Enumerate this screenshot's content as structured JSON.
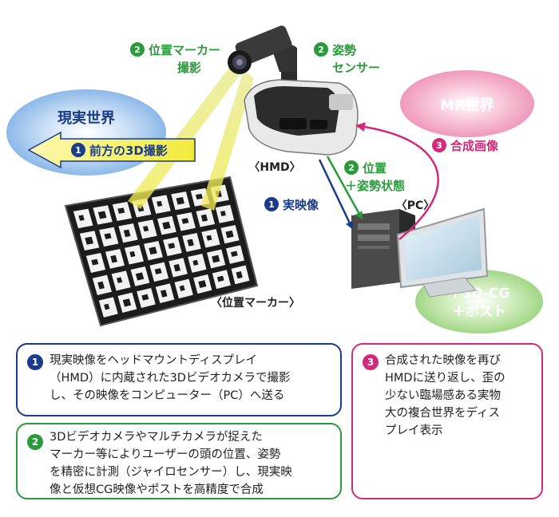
{
  "labels": {
    "real_world": "現実世界",
    "front_3d_number": "1",
    "front_3d": "前方の3D撮影",
    "marker_photo_number": "2",
    "marker_photo_line1": "位置マーカー",
    "marker_photo_line2": "撮影",
    "posture_sensor_number": "2",
    "posture_sensor_line1": "姿勢",
    "posture_sensor_line2": "センサー",
    "mr_world": "MR世界",
    "composite_number": "3",
    "composite": "合成画像",
    "hmd": "〈HMD〉",
    "position_number": "2",
    "position_line1": "位置",
    "position_line2": "＋姿勢状態",
    "real_video_number": "1",
    "real_video": "実映像",
    "pc": "〈PC〉",
    "position_marker": "〈位置マーカー〉",
    "cg_line1": "＋3D-CG",
    "cg_line2": "＋ポスト"
  },
  "notes": [
    {
      "number": "1",
      "text": "現実映像をヘッドマウントディスプレイ\n（HMD）に内蔵された3Dビデオカメラで撮影\nし、その映像をコンピューター（PC）へ送る",
      "color": "#1a3a8c"
    },
    {
      "number": "2",
      "text": "3Dビデオカメラやマルチカメラが捉えた\nマーカー等によりユーザーの頭の位置、姿勢\nを精密に計測（ジャイロセンサー）し、現実映\n像と仮想CG映像やポストを高精度で合成",
      "color": "#2a9a3a"
    },
    {
      "number": "3",
      "text": "合成された映像を再び\nHMDに送り返し、歪の\n少ない臨場感ある実物\n大の複合世界をディス\nプレイ表示",
      "color": "#d4287a"
    }
  ],
  "colors": {
    "blue": "#1a3a8c",
    "green": "#2a9a3a",
    "magenta": "#d4287a",
    "real_world_cloud": "#9fc5ee",
    "mr_cloud": "#f3a8c8",
    "cg_cloud": "#b9e3a0",
    "yellow_arrow": "#f2ee5a"
  }
}
